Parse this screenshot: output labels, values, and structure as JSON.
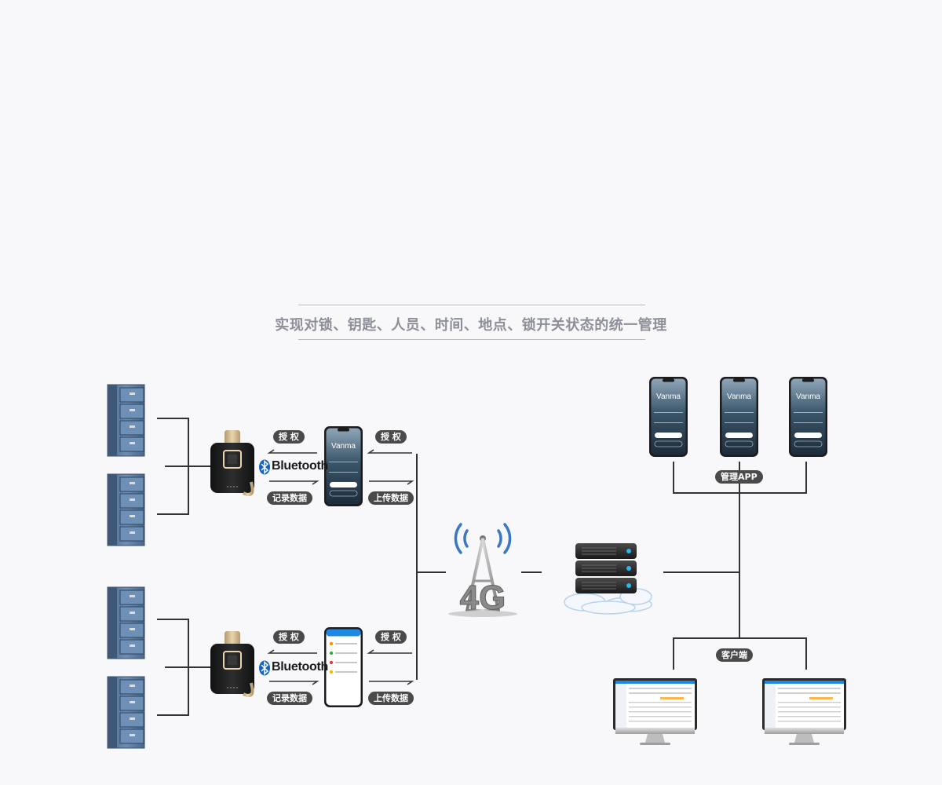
{
  "header": {
    "title": "实现对锁、钥匙、人员、时间、地点、锁开关状态的统一管理"
  },
  "labels": {
    "authorize": "授 权",
    "record_data": "记录数据",
    "upload_data": "上传数据",
    "bluetooth": "Bluetooth",
    "management_app": "管理APP",
    "client": "客户端"
  },
  "network": {
    "badge": "4G"
  },
  "app": {
    "brand": "Vanma"
  },
  "colors": {
    "background": "#f8f8fa",
    "cabinet": "#5b7a9f",
    "label_pill": "#4a4a4a",
    "bluetooth_blue": "#1565c0",
    "line": "#333333",
    "title_text": "#8d8f99"
  }
}
